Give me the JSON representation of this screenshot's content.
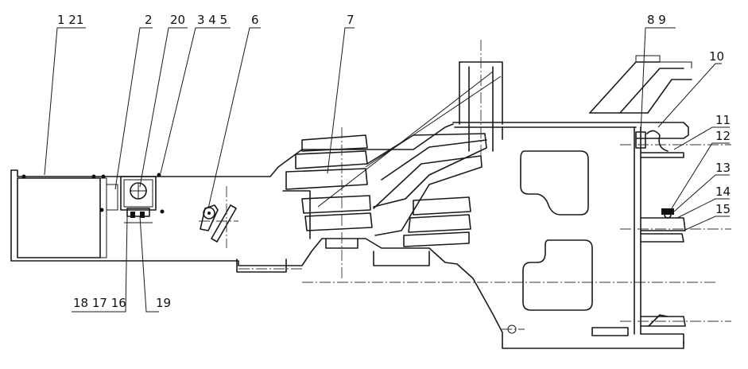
{
  "callouts": {
    "c1": "1 21",
    "c2": "2",
    "c3": "20",
    "c4": "3 4 5",
    "c5": "6",
    "c6": "7",
    "c7": "8 9",
    "c8": "10",
    "c9": "11",
    "c10": "12",
    "c11": "13",
    "c12": "14",
    "c13": "15",
    "c14": "18 17 16",
    "c15": "19"
  }
}
